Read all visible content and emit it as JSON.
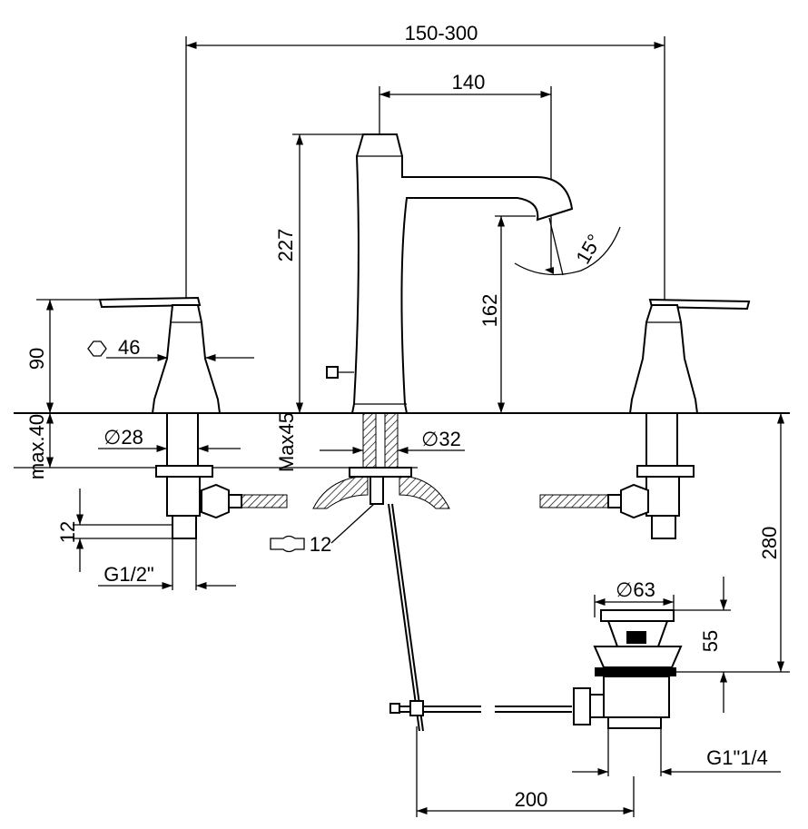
{
  "dimensions": {
    "overall_width": "150-300",
    "spout_reach": "140",
    "spout_height_total": "227",
    "spout_outlet_height": "162",
    "spout_angle": "15°",
    "handle_height": "90",
    "handle_hex": "46",
    "handle_body_max": "max.40",
    "handle_shank_diameter": "∅28",
    "valve_thread_height": "12",
    "valve_thread": "G1/2\"",
    "deck_max_thickness": "Max45",
    "spout_shank_diameter": "∅32",
    "wrench_size": "12",
    "drain_height": "280",
    "drain_diameter": "∅63",
    "drain_flange_height": "55",
    "drain_thread": "G1\"1/4",
    "pull_rod_length": "200"
  }
}
